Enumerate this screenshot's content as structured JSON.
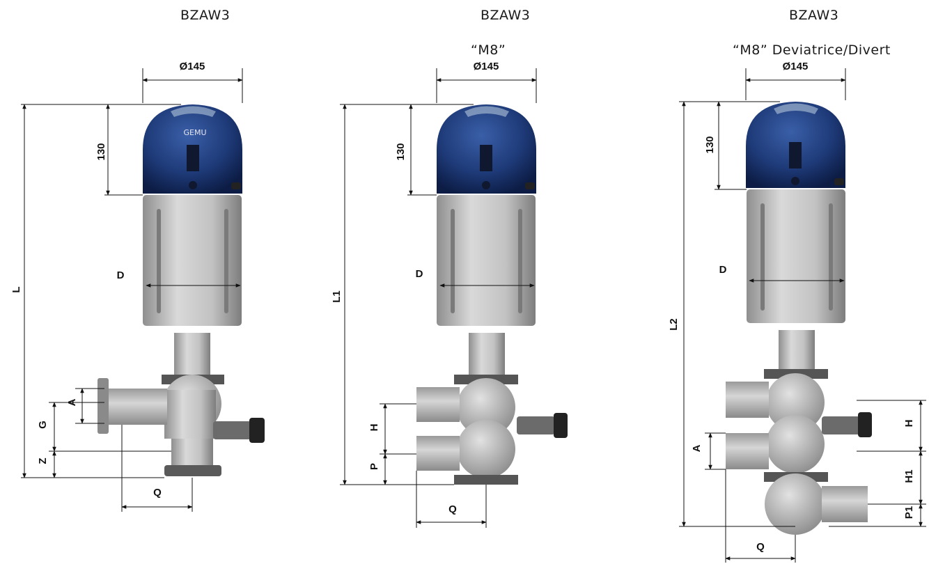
{
  "views": [
    {
      "title": "BZAW3",
      "subtitle": "",
      "dims": {
        "diameter": "Ø145",
        "height_top": "130",
        "d": "D",
        "total": "L",
        "a": "A",
        "g": "G",
        "z": "Z",
        "q": "Q"
      }
    },
    {
      "title": "BZAW3",
      "subtitle": "“M8”",
      "dims": {
        "diameter": "Ø145",
        "height_top": "130",
        "d": "D",
        "total": "L1",
        "h": "H",
        "p": "P",
        "q": "Q"
      }
    },
    {
      "title": "BZAW3",
      "subtitle": "“M8” Deviatrice/Divert",
      "dims": {
        "diameter": "Ø145",
        "height_top": "130",
        "d": "D",
        "total": "L2",
        "a": "A",
        "h": "H",
        "h1": "H1",
        "p1": "P1",
        "q": "Q"
      }
    }
  ],
  "colors": {
    "actuator_top": "#1e3a78",
    "body": "#b8b8b8",
    "dimension_lines": "#111111"
  },
  "logo_text": "GEMU"
}
